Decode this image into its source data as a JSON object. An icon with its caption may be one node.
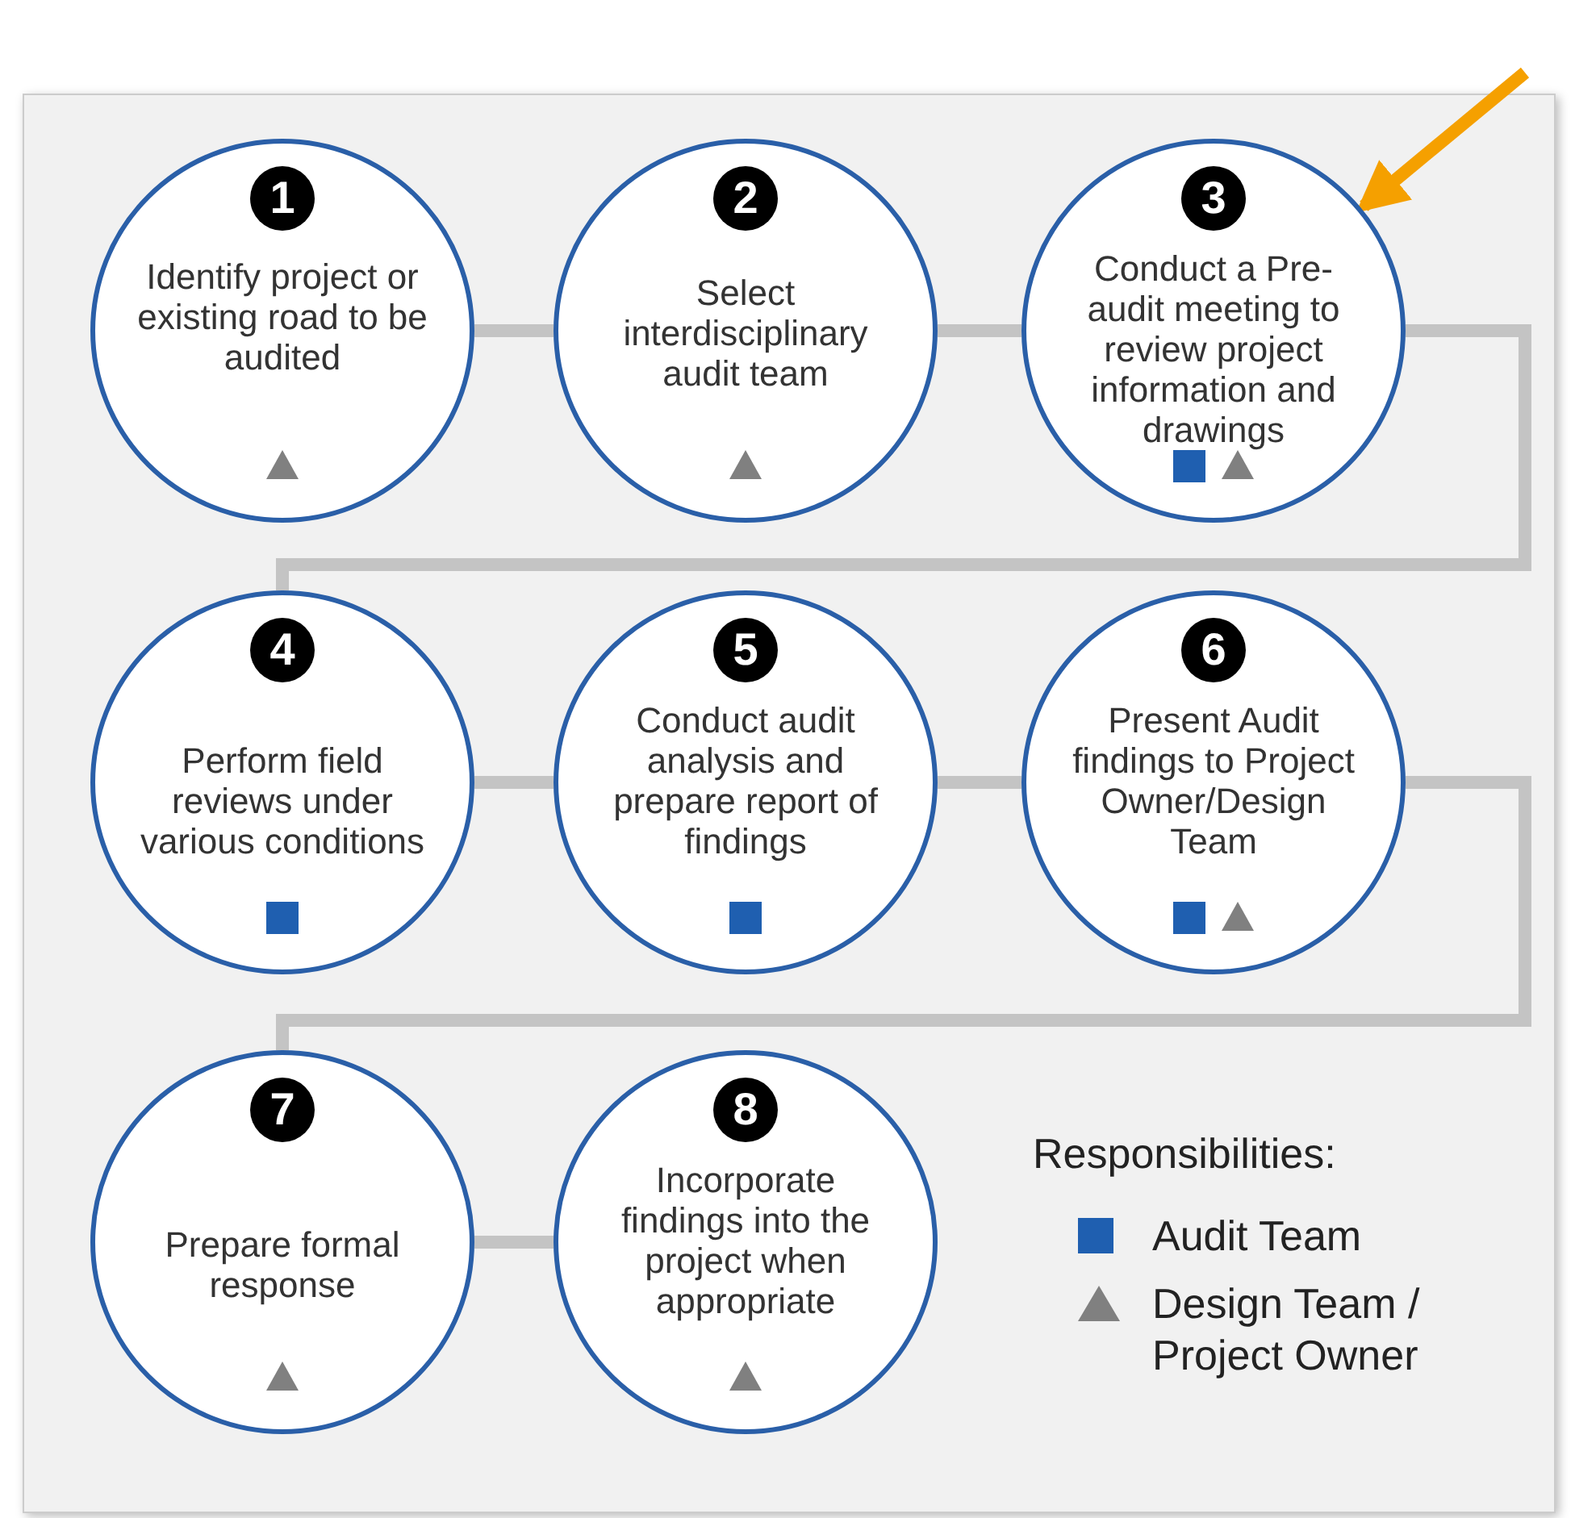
{
  "diagram": {
    "nodes": [
      {
        "text": [
          "1",
          "Identify project or existing road to be audited"
        ]
      },
      {
        "text": [],
        "shape": "triangle",
        "in": 0
      },
      {
        "text": [
          "2",
          "Select interdisciplinary audit team"
        ]
      },
      {
        "text": [],
        "shape": "triangle",
        "in": 2
      },
      {
        "text": [
          "3",
          "Conduct a Pre-audit meeting to review project information and drawings"
        ]
      },
      {
        "text": [],
        "shape": "square",
        "in": 4
      },
      {
        "text": [],
        "shape": "triangle",
        "in": 4
      },
      {
        "text": [
          "4",
          "Perform field reviews under various conditions"
        ]
      },
      {
        "text": [],
        "shape": "square",
        "in": 7
      },
      {
        "text": [
          "5",
          "Conduct audit analysis and prepare report of findings"
        ]
      },
      {
        "text": [],
        "shape": "square",
        "in": 9
      },
      {
        "text": [
          "6",
          "Present Audit findings to Project Owner/Design Team"
        ]
      },
      {
        "text": [],
        "shape": "square",
        "in": 11
      },
      {
        "text": [],
        "shape": "triangle",
        "in": 11
      },
      {
        "text": [
          "7",
          "Prepare formal response"
        ]
      },
      {
        "text": [],
        "shape": "triangle",
        "in": 14
      },
      {
        "text": [
          "8",
          "Incorporate findings into the project when appropriate"
        ]
      },
      {
        "text": [],
        "shape": "triangle",
        "in": 16
      }
    ],
    "edges": [
      {
        "from": 0,
        "to": 2,
        "arrow": "none"
      },
      {
        "from": 2,
        "to": 4,
        "arrow": "none"
      },
      {
        "from": 4,
        "to": 7,
        "arrow": "none"
      },
      {
        "from": 7,
        "to": 9,
        "arrow": "none"
      },
      {
        "from": 9,
        "to": 11,
        "arrow": "none"
      },
      {
        "from": 11,
        "to": 14,
        "arrow": "none"
      },
      {
        "from": 14,
        "to": 16,
        "arrow": "none"
      },
      {
        "from": null,
        "to": 4,
        "arrow": "to",
        "color": "#f5a000"
      }
    ],
    "labels": [
      "Responsibilities:"
    ],
    "legend": [
      {
        "text": "Audit Team",
        "color": "#1f5fb0"
      },
      {
        "text": "Design Team / Project Owner"
      }
    ]
  }
}
